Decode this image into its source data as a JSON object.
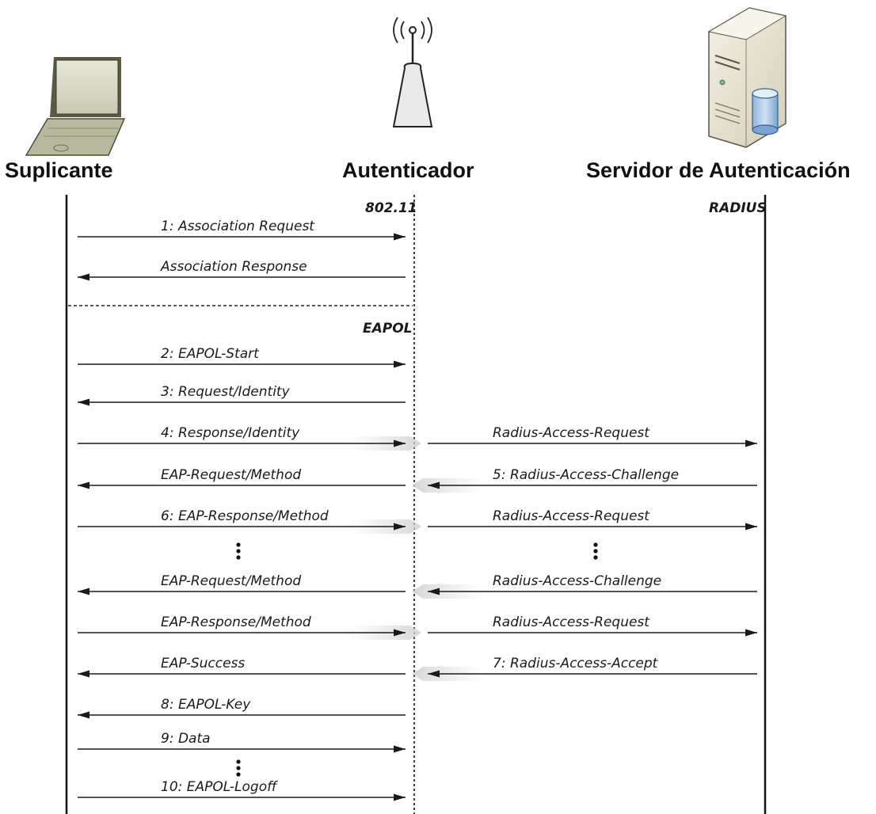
{
  "actors": {
    "supplicant": {
      "label": "Suplicante",
      "icon": "laptop-icon"
    },
    "authenticator": {
      "label": "Autenticador",
      "icon": "wireless-access-point-icon"
    },
    "server": {
      "label": "Servidor de Autenticación",
      "icon": "server-icon"
    }
  },
  "protocols": {
    "wlan": "802.11",
    "radius": "RADIUS",
    "eapol": "EAPOL"
  },
  "messages": [
    {
      "label": "1: Association Request",
      "dir": "right",
      "row": 0,
      "segment": "left"
    },
    {
      "label": "Association Response",
      "dir": "left",
      "row": 1,
      "segment": "left"
    },
    {
      "label": "2: EAPOL-Start",
      "dir": "right",
      "row": 2,
      "segment": "left"
    },
    {
      "label": "3: Request/Identity",
      "dir": "left",
      "row": 3,
      "segment": "left"
    },
    {
      "label": "4: Response/Identity",
      "dir": "right",
      "row": 4,
      "segment": "left"
    },
    {
      "label": "Radius-Access-Request",
      "dir": "right",
      "row": 4,
      "segment": "right"
    },
    {
      "label": "EAP-Request/Method",
      "dir": "left",
      "row": 5,
      "segment": "left"
    },
    {
      "label": "5: Radius-Access-Challenge",
      "dir": "left",
      "row": 5,
      "segment": "right"
    },
    {
      "label": "6: EAP-Response/Method",
      "dir": "right",
      "row": 6,
      "segment": "left"
    },
    {
      "label": "Radius-Access-Request",
      "dir": "right",
      "row": 6,
      "segment": "right"
    },
    {
      "label": "EAP-Request/Method",
      "dir": "left",
      "row": 7,
      "segment": "left"
    },
    {
      "label": "Radius-Access-Challenge",
      "dir": "left",
      "row": 7,
      "segment": "right"
    },
    {
      "label": "EAP-Response/Method",
      "dir": "right",
      "row": 8,
      "segment": "left"
    },
    {
      "label": "Radius-Access-Request",
      "dir": "right",
      "row": 8,
      "segment": "right"
    },
    {
      "label": "EAP-Success",
      "dir": "left",
      "row": 9,
      "segment": "left"
    },
    {
      "label": "7: Radius-Access-Accept",
      "dir": "left",
      "row": 9,
      "segment": "right"
    },
    {
      "label": "8: EAPOL-Key",
      "dir": "left",
      "row": 10,
      "segment": "left"
    },
    {
      "label": "9: Data",
      "dir": "right",
      "row": 11,
      "segment": "left"
    },
    {
      "label": "10: EAPOL-Logoff",
      "dir": "right",
      "row": 12,
      "segment": "left"
    }
  ],
  "ellipses": [
    {
      "after_row": 6,
      "segment": "left"
    },
    {
      "after_row": 6,
      "segment": "right"
    },
    {
      "after_row": 11,
      "segment": "left"
    }
  ]
}
